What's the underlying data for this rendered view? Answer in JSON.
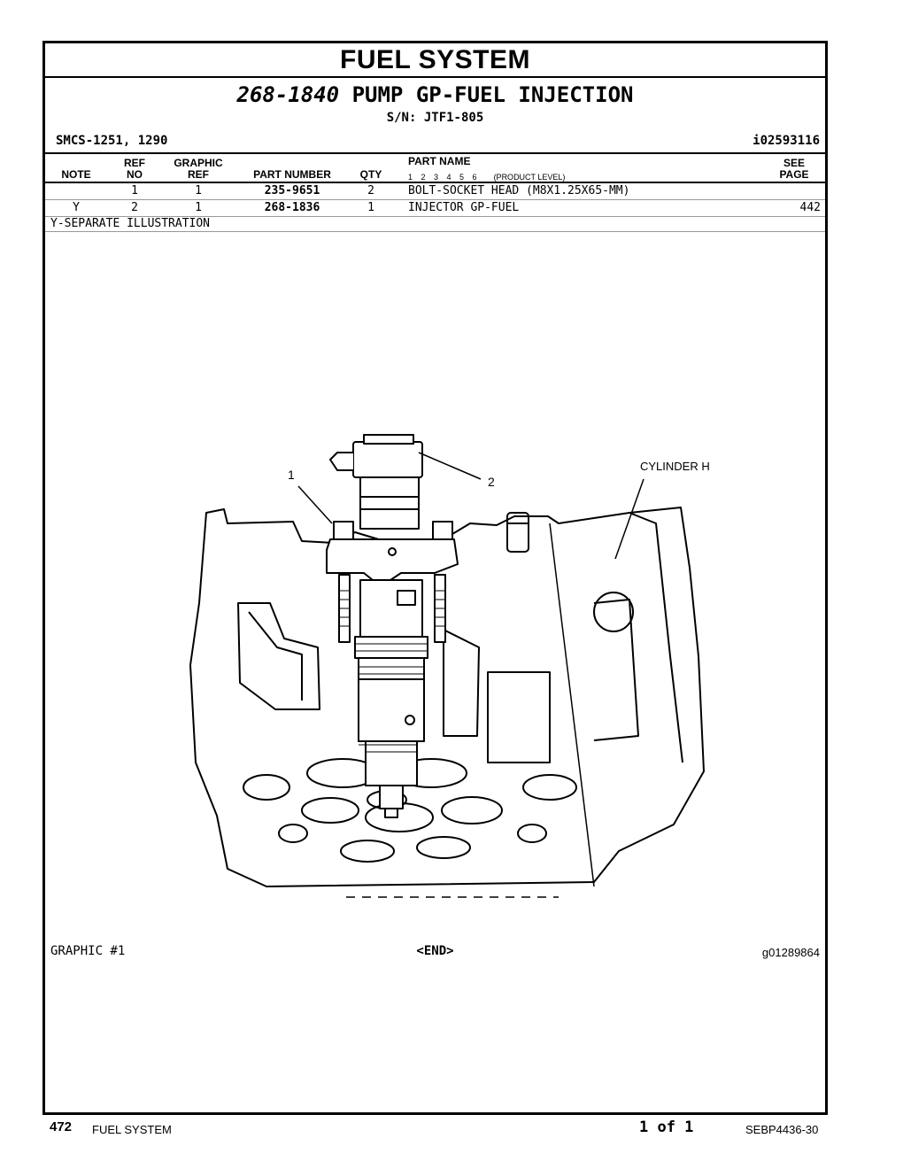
{
  "section_title": "FUEL SYSTEM",
  "group": {
    "number": "268-1840",
    "name": "PUMP GP-FUEL INJECTION",
    "serial": "S/N: JTF1-805"
  },
  "smcs": "SMCS-1251, 1290",
  "illustration_id": "i02593116",
  "table": {
    "headers": {
      "note": "NOTE",
      "ref_no": [
        "REF",
        "NO"
      ],
      "graphic_ref": [
        "GRAPHIC",
        "REF"
      ],
      "part_number": "PART NUMBER",
      "qty": "QTY",
      "part_name": "PART NAME",
      "product_levels": "1   2   3   4   5   6",
      "product_level_label": "(PRODUCT LEVEL)",
      "see_page": [
        "SEE",
        "PAGE"
      ]
    },
    "rows": [
      {
        "note": "",
        "ref_no": "1",
        "graphic_ref": "1",
        "part_number": "235-9651",
        "qty": "2",
        "part_name": "BOLT-SOCKET HEAD (M8X1.25X65-MM)",
        "see_page": ""
      },
      {
        "note": "Y",
        "ref_no": "2",
        "graphic_ref": "1",
        "part_number": "268-1836",
        "qty": "1",
        "part_name": "INJECTOR GP-FUEL",
        "see_page": "442"
      }
    ],
    "footnote": "Y-SEPARATE ILLUSTRATION"
  },
  "illustration": {
    "callouts": [
      "1",
      "2"
    ],
    "label": "CYLINDER HEAD"
  },
  "graphic_label": "GRAPHIC #1",
  "end_mark": "<END>",
  "graphic_number": "g01289864",
  "footer": {
    "page_number": "472",
    "section": "FUEL SYSTEM",
    "page_of": "1 of 1",
    "doc_number": "SEBP4436-30"
  }
}
